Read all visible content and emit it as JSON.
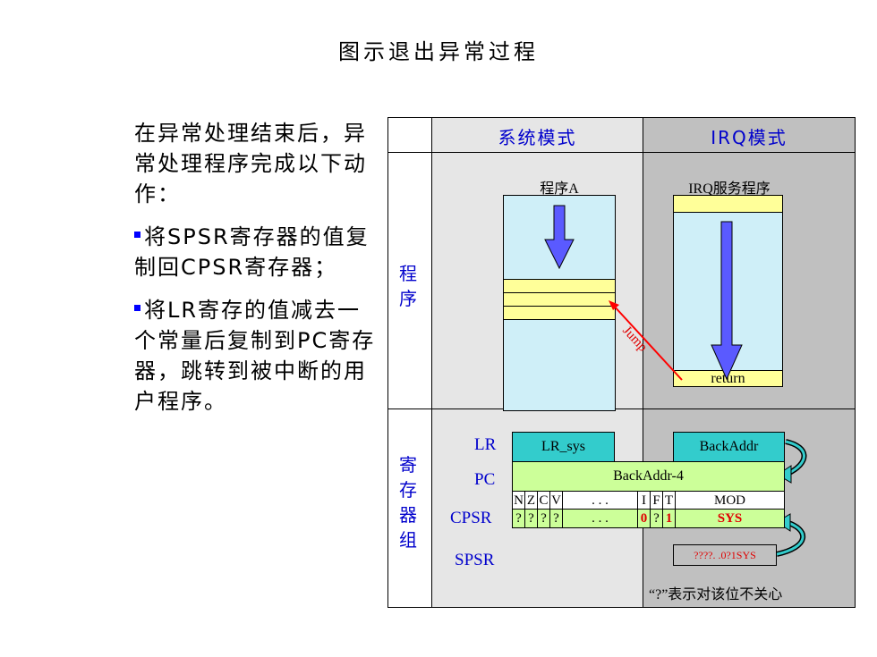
{
  "title": "图示退出异常过程",
  "description": {
    "intro": "在异常处理结束后，异常处理程序完成以下动作：",
    "bullets": [
      "将SPSR寄存器的值复制回CPSR寄存器；",
      "将LR寄存的值减去一个常量后复制到PC寄存器，跳转到被中断的用户程序。"
    ]
  },
  "diagram": {
    "col_headers": [
      "系统模式",
      "IRQ模式"
    ],
    "row_headers": [
      "程序",
      "寄存器组"
    ],
    "program_a_label": "程序A",
    "irq_program_label": "IRQ服务程序",
    "return_label": "return",
    "jump_label": "Jump",
    "registers": {
      "lr_label": "LR",
      "pc_label": "PC",
      "cpsr_label": "CPSR",
      "spsr_label": "SPSR",
      "lr_sys": "LR_sys",
      "backaddr": "BackAddr",
      "pc_value": "BackAddr-4",
      "cpsr_bits_header": [
        "N",
        "Z",
        "C",
        "V",
        ". . .",
        "I",
        "F",
        "T",
        "MOD"
      ],
      "cpsr_bits_values": [
        "?",
        "?",
        "?",
        "?",
        ". . .",
        "0",
        "?",
        "1",
        "SYS"
      ],
      "spsr_value": "????. .0?1SYS"
    },
    "note": "“?”表示对该位不关心",
    "colors": {
      "col1_bg": "#e6e6e6",
      "col2_bg": "#c0c0c0",
      "program_box": "#cfeff8",
      "highlight": "#ffff99",
      "arrow": "#5a5aff",
      "lr_box": "#33cccc",
      "pc_box": "#ccff99",
      "jump": "#ff0000"
    }
  }
}
